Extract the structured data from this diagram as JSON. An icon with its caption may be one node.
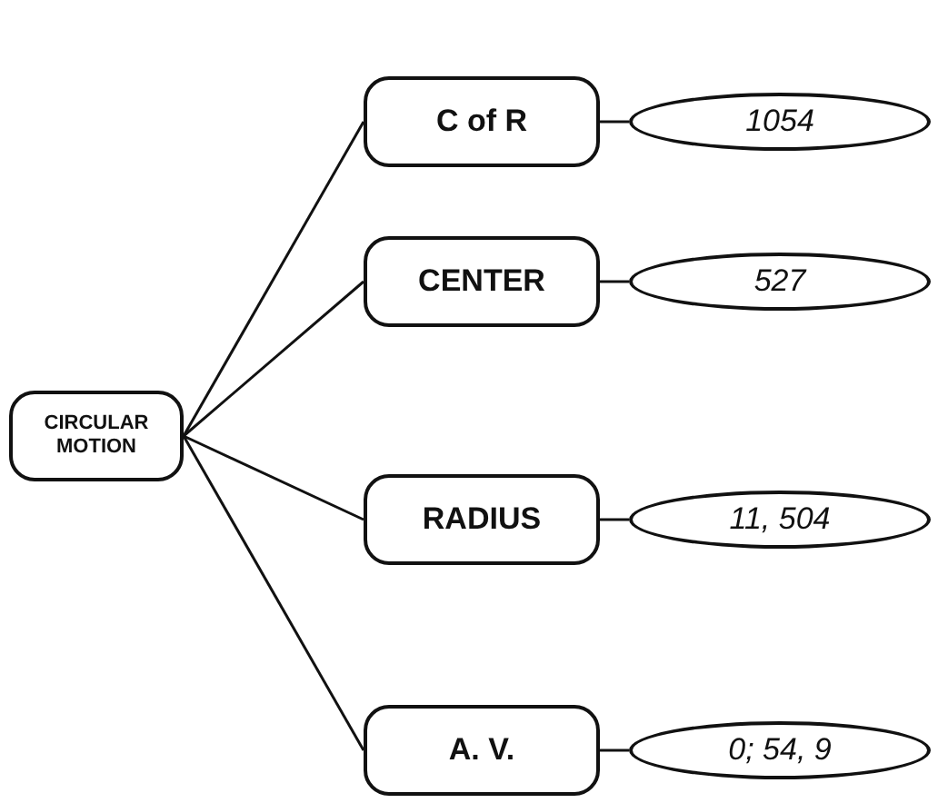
{
  "diagram": {
    "nodes": [
      {
        "text": [
          "CIRCULAR MOTION"
        ]
      },
      {
        "text": [
          "C of R"
        ]
      },
      {
        "text": [
          "1054"
        ]
      },
      {
        "text": [
          "CENTER"
        ]
      },
      {
        "text": [
          "527"
        ]
      },
      {
        "text": [
          "RADIUS"
        ]
      },
      {
        "text": [
          "11, 504"
        ]
      },
      {
        "text": [
          "A. V."
        ]
      },
      {
        "text": [
          "0; 54, 9"
        ]
      }
    ],
    "edges": [
      {
        "from": 0,
        "to": 1,
        "arrow": "none"
      },
      {
        "from": 0,
        "to": 3,
        "arrow": "none"
      },
      {
        "from": 0,
        "to": 5,
        "arrow": "none"
      },
      {
        "from": 0,
        "to": 7,
        "arrow": "none"
      },
      {
        "from": 1,
        "to": 2,
        "arrow": "none"
      },
      {
        "from": 3,
        "to": 4,
        "arrow": "none"
      },
      {
        "from": 5,
        "to": 6,
        "arrow": "none"
      },
      {
        "from": 7,
        "to": 8,
        "arrow": "none"
      }
    ]
  }
}
